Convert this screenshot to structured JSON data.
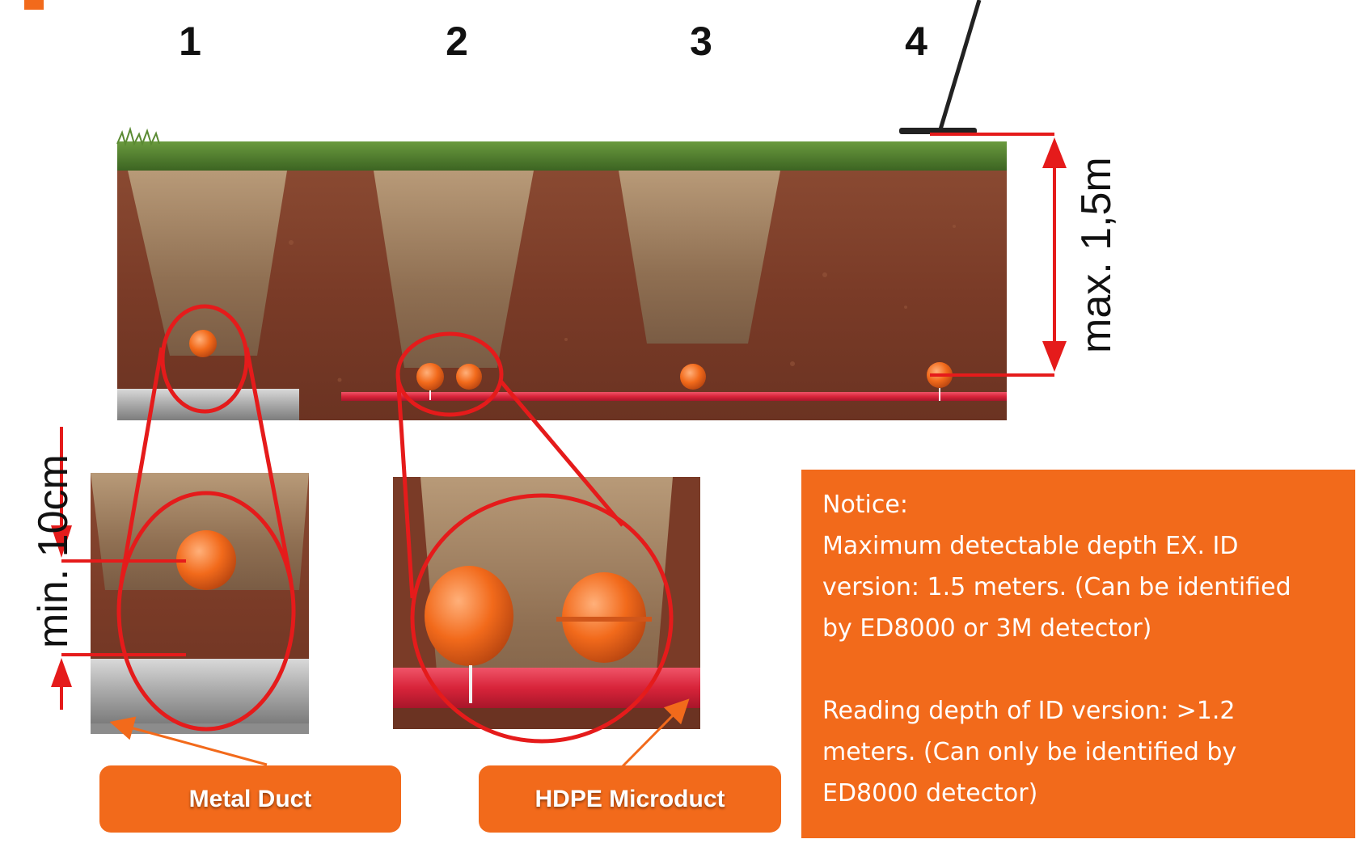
{
  "sections": [
    "1",
    "2",
    "3",
    "4"
  ],
  "dimensions": {
    "max_depth": "max. 1,5m",
    "min_distance": "min. 10cm"
  },
  "callouts": {
    "metal_duct": "Metal Duct",
    "hdpe_microduct": "HDPE Microduct"
  },
  "notice": {
    "heading": "Notice:",
    "line1": "Maximum detectable depth EX. ID",
    "line2": "version: 1.5 meters. (Can be identified",
    "line3": "by ED8000 or 3M detector)",
    "line4": "Reading depth of ID version: >1.2",
    "line5": "meters. (Can only be identified by",
    "line6": "ED8000 detector)"
  },
  "colors": {
    "accent_orange": "#f26a1b",
    "marker_red": "#e51b1b",
    "soil": "#7a3b27",
    "grass": "#4c7a2c",
    "hdpe_red": "#d8243a",
    "metal_grey": "#a9a9a9"
  }
}
